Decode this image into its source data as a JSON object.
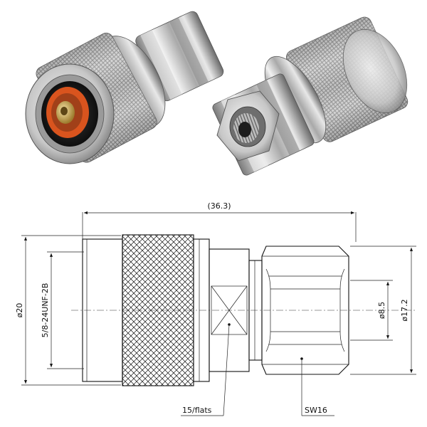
{
  "drawing": {
    "overall_length": "(36.3)",
    "body_diameter": "ø20",
    "thread": "5/8-24UNF-2B",
    "bore_diameter": "ø8.5",
    "nut_diameter": "ø17.2",
    "flats": "15/flats",
    "wrench_size": "SW16"
  },
  "colors": {
    "line": "#111111",
    "metal_light": "#e6e6e6",
    "metal_dark": "#6b6b6b",
    "insulator": "#d9541e",
    "pin": "#c9a24a"
  }
}
